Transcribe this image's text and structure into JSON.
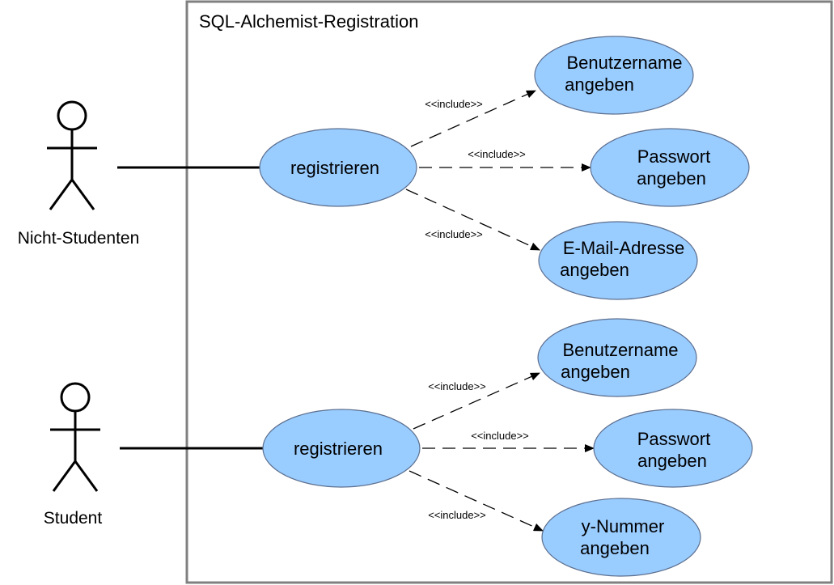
{
  "system": {
    "title": "SQL-Alchemist-Registration"
  },
  "actors": {
    "nicht_studenten": "Nicht-Studenten",
    "student": "Student"
  },
  "groups": [
    {
      "main": {
        "line1": "registrieren"
      },
      "includes": [
        {
          "stereotype": "<<include>>",
          "line1": "Benutzername",
          "line2": "angeben"
        },
        {
          "stereotype": "<<include>>",
          "line1": "Passwort",
          "line2": "angeben"
        },
        {
          "stereotype": "<<include>>",
          "line1": "E-Mail-Adresse",
          "line2": "angeben"
        }
      ]
    },
    {
      "main": {
        "line1": "registrieren"
      },
      "includes": [
        {
          "stereotype": "<<include>>",
          "line1": "Benutzername",
          "line2": "angeben"
        },
        {
          "stereotype": "<<include>>",
          "line1": "Passwort",
          "line2": "angeben"
        },
        {
          "stereotype": "<<include>>",
          "line1": "y-Nummer",
          "line2": "angeben"
        }
      ]
    }
  ],
  "colors": {
    "use_case_fill": "#99ccff",
    "use_case_stroke": "#5c6f8f",
    "system_border": "#808080"
  }
}
